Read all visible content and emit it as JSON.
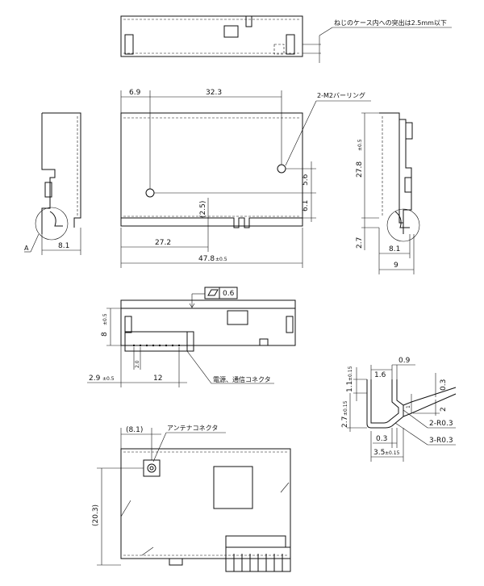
{
  "notes": {
    "screw_protrusion": "ねじのケース内への突出は2.5mm以下",
    "burring": "2-M2バーリング",
    "connector": "電源、通信コネクタ",
    "antenna": "アンテナコネクタ",
    "detail_ref": "A"
  },
  "dims": {
    "d6_9": "6.9",
    "d32_3": "32.3",
    "d5_6": "5.6",
    "d6_1": "6.1",
    "d2_5p": "(2.5)",
    "d27_2": "27.2",
    "d47_8": "47.8",
    "tol05": "±0.5",
    "d8_1": "8.1",
    "d27_8": "27.8",
    "d2_7": "2.7",
    "d9": "9",
    "flat": "0.6",
    "d8": "8",
    "d2_9": "2.9",
    "d12": "12",
    "d2_0": "2.0",
    "d8_1p": "(8.1)",
    "d20_3p": "(20.3)",
    "d1_6": "1.6",
    "d0_9": "0.9",
    "d1_1": "1.1",
    "tol015": "±0.15",
    "d2_7b": "2.7",
    "d0_3": "0.3",
    "d1": "1",
    "d2": "2",
    "d0_3b": "0.3",
    "d3_5": "3.5",
    "r2": "2-R0.3",
    "r3": "3-R0.3"
  }
}
